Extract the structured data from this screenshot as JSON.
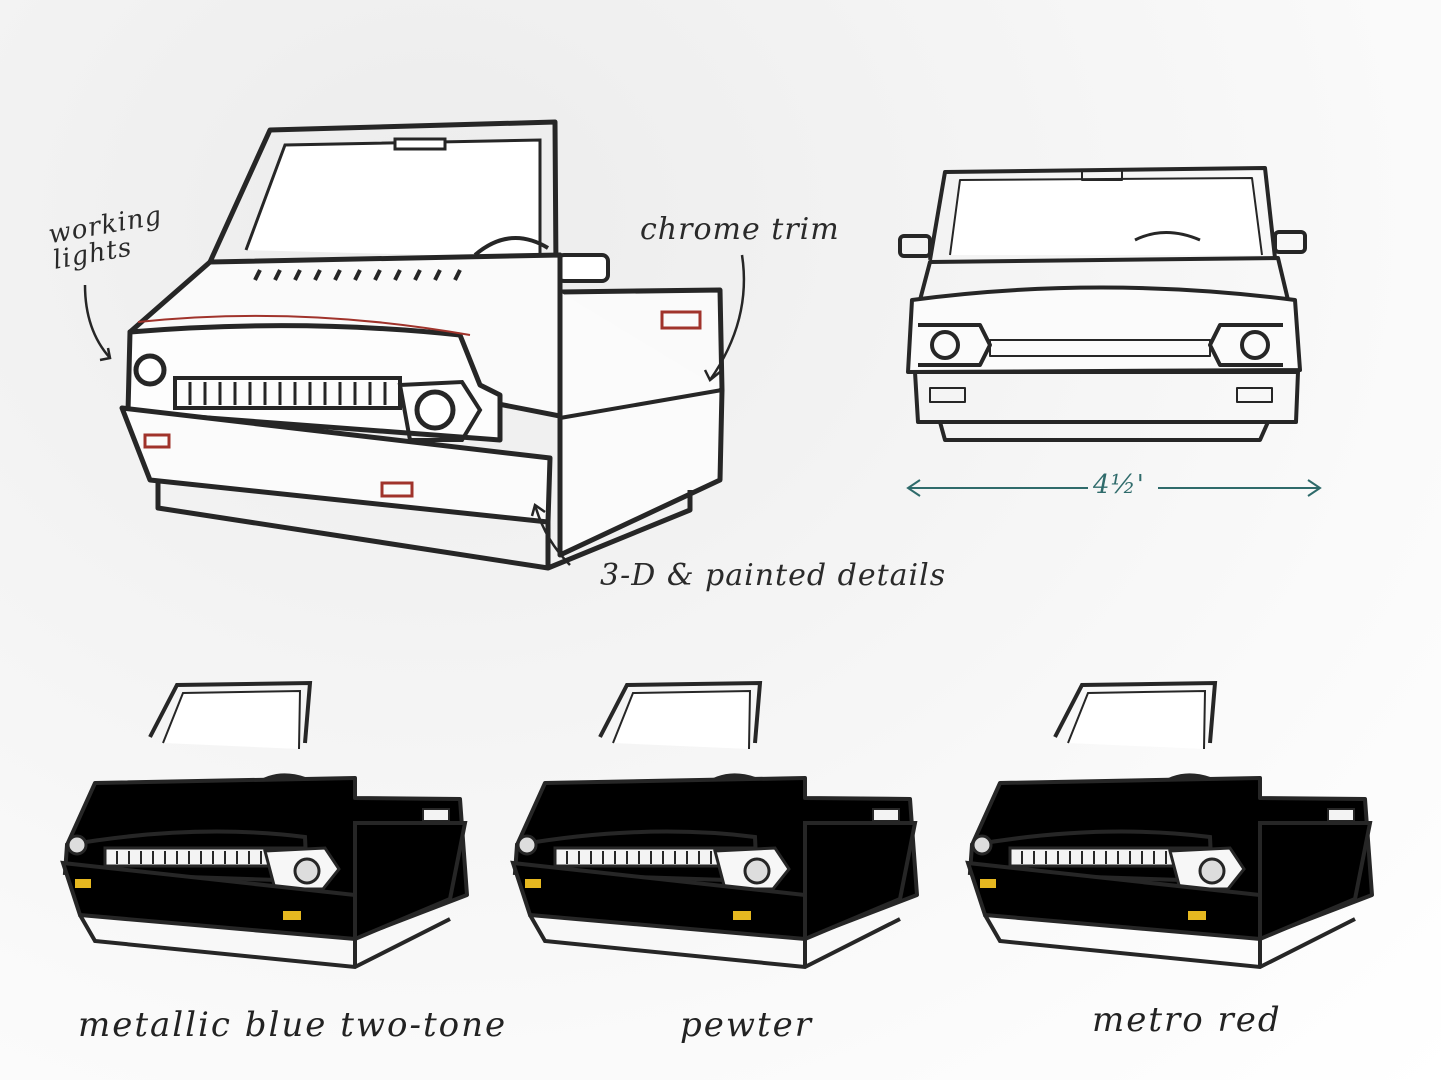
{
  "annotations": {
    "working_lights": "working lights",
    "chrome_trim": "chrome trim",
    "details": "3-D & painted details",
    "dimension": "4½'"
  },
  "variants": [
    {
      "label": "metallic blue two-tone",
      "body": "#3b6fb5",
      "lower": "#9cb6dc",
      "bumper": "#3a3a3a"
    },
    {
      "label": "pewter",
      "body": "#c4c4c4",
      "lower": "#cfd2c6",
      "bumper": "#4a4a4a"
    },
    {
      "label": "metro red",
      "body": "#e8412f",
      "lower": "#e04a36",
      "bumper": "#454545"
    }
  ],
  "colors": {
    "ink": "#262626",
    "teal_arrow": "#2f6b6b",
    "accent_red_line": "#a0332b",
    "lamp_amber": "#e6b820"
  }
}
